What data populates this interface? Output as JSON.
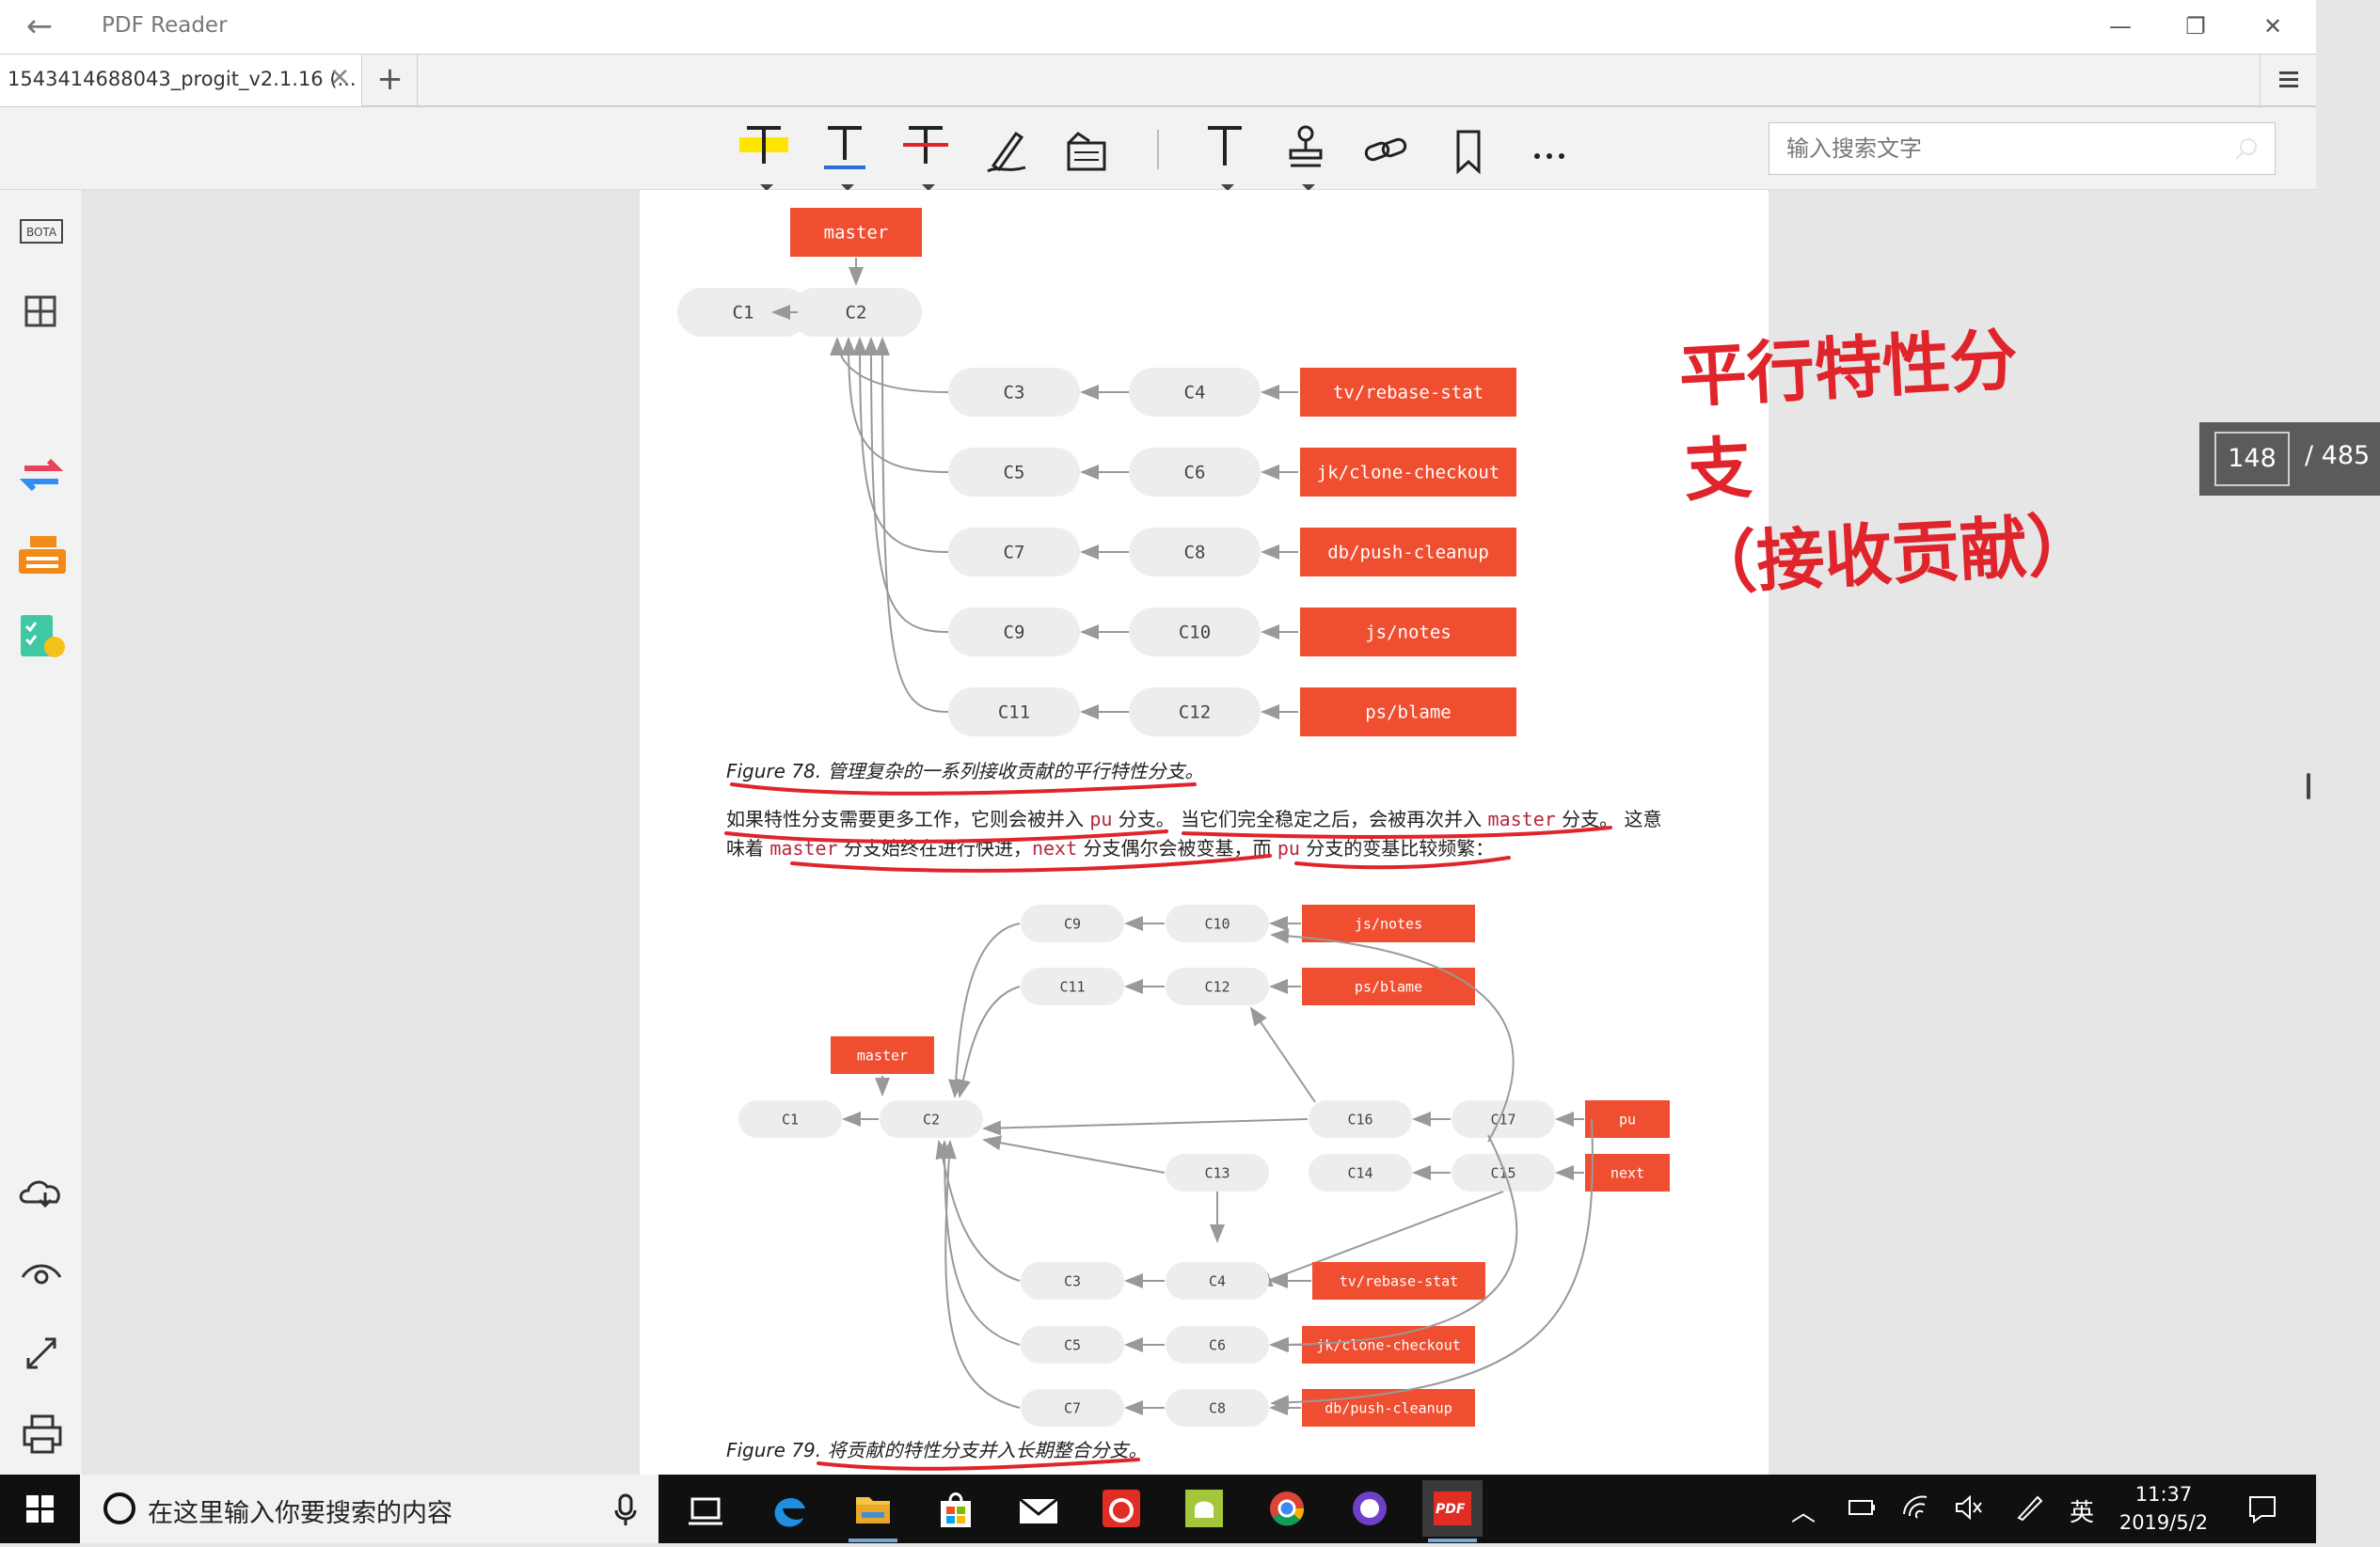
{
  "window": {
    "app_title": "PDF Reader"
  },
  "tab": {
    "label": "1543414688043_progit_v2.1.16 (...",
    "close": "✕",
    "new": "+"
  },
  "toolbar": {
    "search_placeholder": "输入搜索文字"
  },
  "pager": {
    "current": "148",
    "total": "/ 485"
  },
  "figure78": {
    "caption": "Figure 78. 管理复杂的一系列接收贡献的平行特性分支。",
    "nodes": [
      "master",
      "C1",
      "C2",
      "C3",
      "C4",
      "C5",
      "C6",
      "C7",
      "C8",
      "C9",
      "C10",
      "C11",
      "C12"
    ],
    "branches": [
      "tv/rebase-stat",
      "jk/clone-checkout",
      "db/push-cleanup",
      "js/notes",
      "ps/blame"
    ]
  },
  "paragraph": {
    "t1": "如果特性分支需要更多工作，它则会被并入 ",
    "c1": "pu",
    "t2": " 分支。 当它们完全稳定之后，会被再次并入 ",
    "c2": "master",
    "t3": " 分支。 这意味着 ",
    "c3": "master",
    "t4": " 分支始终在进行快进，",
    "c4": "next",
    "t5": " 分支偶尔会被变基，而 ",
    "c5": "pu",
    "t6": " 分支的变基比较频繁："
  },
  "figure79": {
    "caption": "Figure 79. 将贡献的特性分支并入长期整合分支。",
    "nodes": [
      "C1",
      "C2",
      "C3",
      "C4",
      "C5",
      "C6",
      "C7",
      "C8",
      "C9",
      "C10",
      "C11",
      "C12",
      "C13",
      "C14",
      "C15",
      "C16",
      "C17"
    ],
    "branches": [
      "master",
      "js/notes",
      "ps/blame",
      "pu",
      "next",
      "tv/rebase-stat",
      "jk/clone-checkout",
      "db/push-cleanup"
    ]
  },
  "annotation": {
    "line1": "平行特性分支",
    "line2": "（接收贡献）"
  },
  "taskbar": {
    "search_text": "在这里输入你要搜索的内容",
    "ime": "英",
    "time": "11:37",
    "date": "2019/5/2",
    "pdf_badge": "PDF"
  },
  "colors": {
    "accent_red": "#f04e30",
    "node_fill": "#ededed",
    "pen_red": "#e0242b"
  }
}
